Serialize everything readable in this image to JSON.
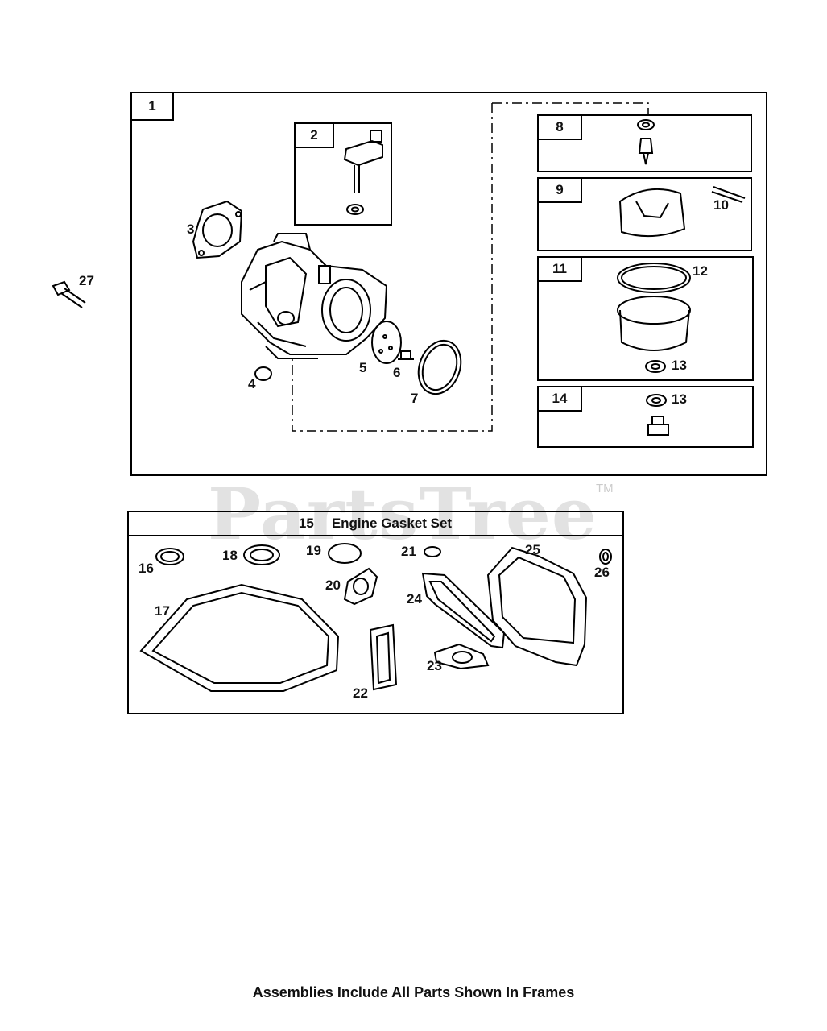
{
  "watermark": {
    "text": "PartsTree",
    "tm": "TM"
  },
  "main_kit": {
    "tag": "1",
    "sub_frames": [
      {
        "tag": "2"
      },
      {
        "tag": "8"
      },
      {
        "tag": "9"
      },
      {
        "tag": "11"
      },
      {
        "tag": "14"
      }
    ],
    "callouts": [
      "3",
      "4",
      "5",
      "6",
      "7",
      "10",
      "12",
      "13",
      "13"
    ]
  },
  "loose_part": {
    "callout": "27"
  },
  "gasket_set": {
    "number": "15",
    "title": "Engine Gasket Set",
    "callouts": [
      "16",
      "17",
      "18",
      "19",
      "20",
      "21",
      "22",
      "23",
      "24",
      "25",
      "26"
    ]
  },
  "footer": {
    "note": "Assemblies Include All Parts Shown In Frames"
  }
}
